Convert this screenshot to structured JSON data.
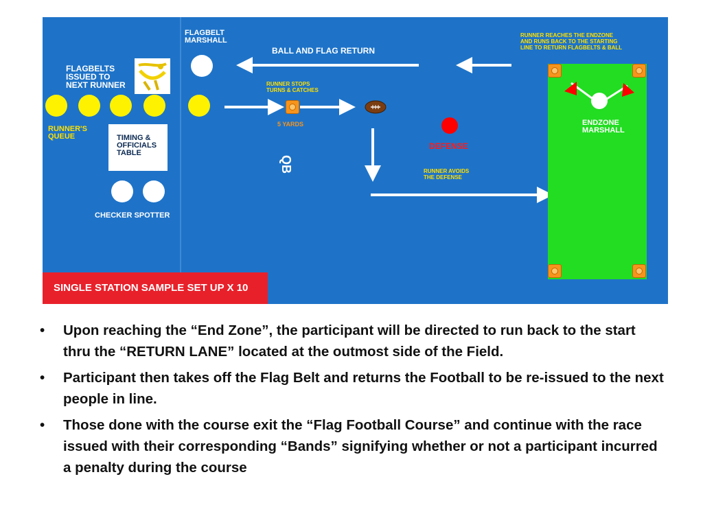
{
  "diagram": {
    "labels": {
      "flagbelt_marshall": "FLAGBELT\nMARSHALL",
      "ball_flag_return": "BALL AND FLAG RETURN",
      "runner_reaches": "RUNNER REACHES THE ENDZONE\nAND RUNS BACK TO THE STARTING\nLINE TO RETURN FLAGBELTS & BALL",
      "flagbelts_issued": "FLAGBELTS\nISSUED TO\nNEXT RUNNER",
      "runner_stops": "RUNNER STOPS\nTURNS & CATCHES",
      "five_yards": "5 YARDS",
      "runners_queue": "RUNNER'S\nQUEUE",
      "timing_table": "TIMING &\nOFFICIALS\nTABLE",
      "qb": "QB",
      "defense": "DEFENSE",
      "endzone_marshall": "ENDZONE\nMARSHALL",
      "runner_avoids": "RUNNER AVOIDS\nTHE DEFENSE",
      "checker_spotter": "CHECKER SPOTTER",
      "banner": "SINGLE STATION SAMPLE SET UP X 10"
    },
    "colors": {
      "field": "#1e73c8",
      "endzone": "#22dd22",
      "banner": "#e8202a",
      "queue_circle": "#fff200",
      "defense": "#ff0000",
      "cone": "#f7941d",
      "small_text": "#ffe000"
    },
    "icons": [
      "flagbelt-icon",
      "football-icon",
      "cone-icon",
      "flag-icon"
    ]
  },
  "bullets": [
    "Upon reaching the “End Zone”, the participant will be directed to run back to the start thru the “RETURN LANE” located at the outmost side of the Field.",
    "Participant then takes off the Flag Belt and returns the Football to be re-issued to the next people in line.",
    "Those done with the course exit the “Flag Football Course” and continue with the race issued with their corresponding “Bands” signifying whether or not a participant incurred a penalty during the course"
  ],
  "bullet_symbol": "•"
}
